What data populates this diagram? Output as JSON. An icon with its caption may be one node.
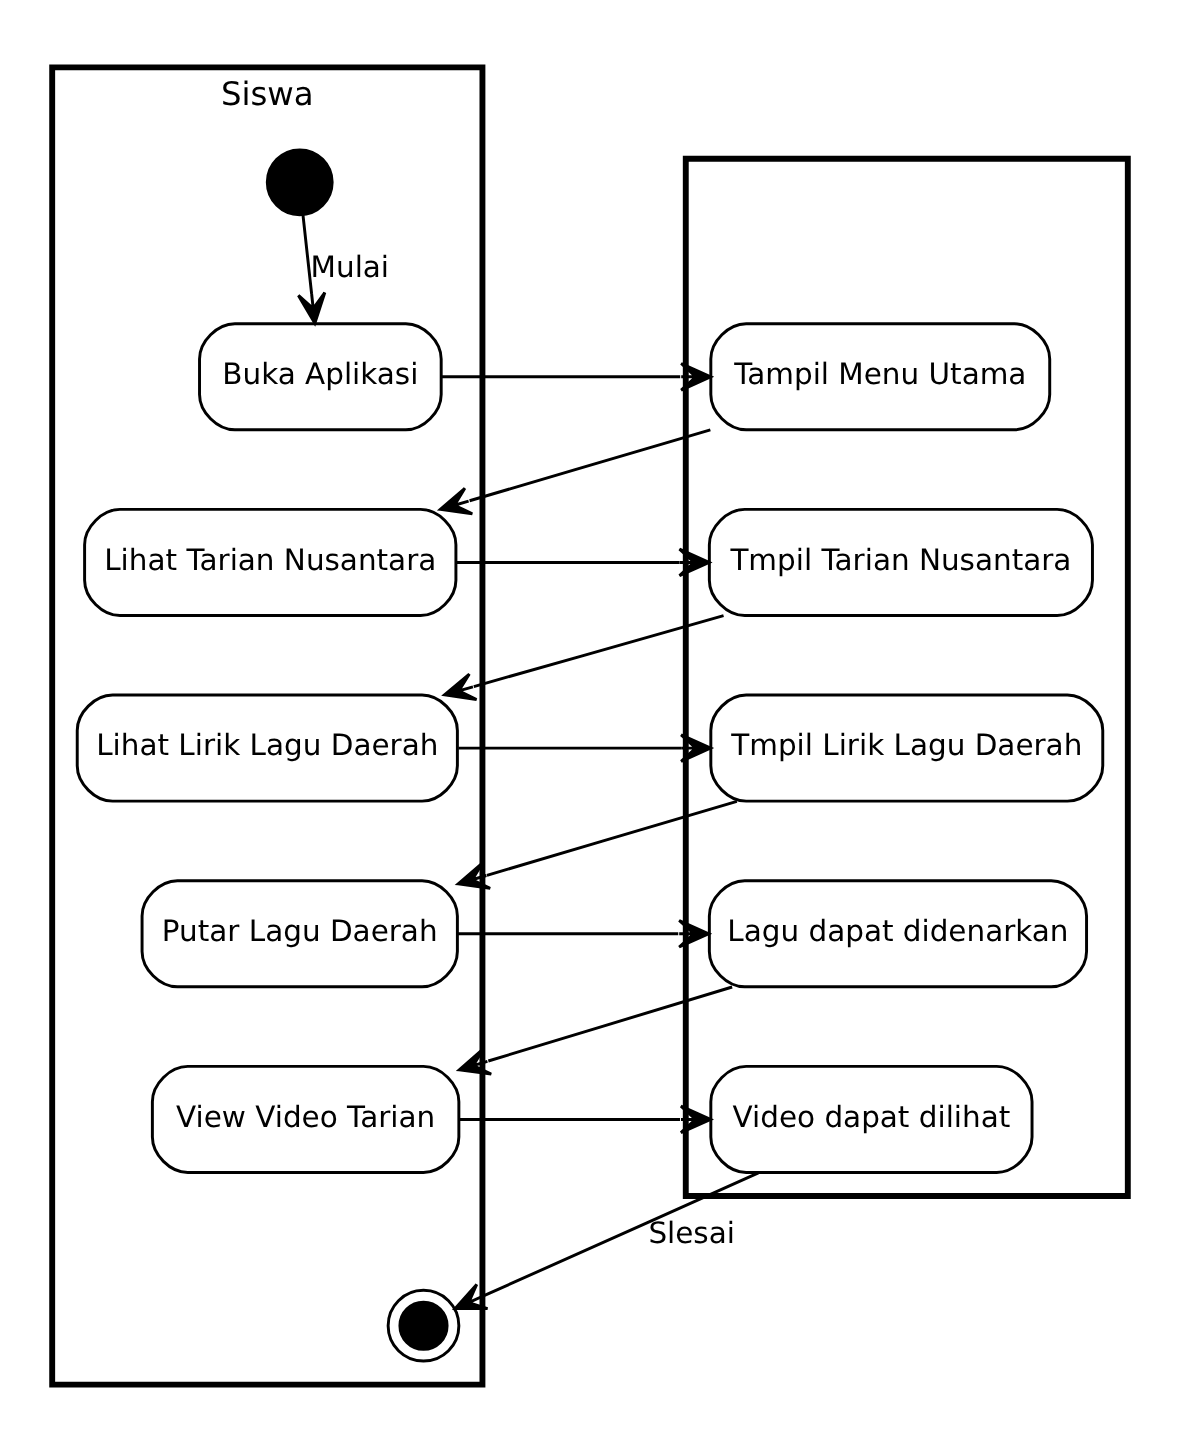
{
  "diagram": {
    "nodes": [
      {
        "text": [
          "Siswa"
        ]
      },
      {
        "text": [],
        "shape": "box"
      },
      {
        "text": [],
        "shape": "circle",
        "in": 0
      },
      {
        "text": [
          "Buka Aplikasi"
        ],
        "in": 0
      },
      {
        "text": [
          "Tampil Menu Utama"
        ],
        "in": 1
      },
      {
        "text": [
          "Lihat Tarian Nusantara"
        ],
        "in": 0
      },
      {
        "text": [
          "Tmpil Tarian Nusantara"
        ],
        "in": 1
      },
      {
        "text": [
          "Lihat Lirik Lagu Daerah"
        ],
        "in": 0
      },
      {
        "text": [
          "Tmpil Lirik Lagu Daerah"
        ],
        "in": 1
      },
      {
        "text": [
          "Putar Lagu Daerah"
        ],
        "in": 0
      },
      {
        "text": [
          "Lagu dapat didenarkan"
        ],
        "in": 1
      },
      {
        "text": [
          "View Video Tarian"
        ],
        "in": 0
      },
      {
        "text": [
          "Video dapat dilihat"
        ],
        "in": 1
      },
      {
        "text": [],
        "shape": "circle",
        "in": 0
      }
    ],
    "edges": [
      {
        "from": 2,
        "to": 3,
        "arrow": "to",
        "label": "Mulai"
      },
      {
        "from": 3,
        "to": 4,
        "arrow": "to"
      },
      {
        "from": 4,
        "to": 5,
        "arrow": "to"
      },
      {
        "from": 5,
        "to": 6,
        "arrow": "to"
      },
      {
        "from": 6,
        "to": 7,
        "arrow": "to"
      },
      {
        "from": 7,
        "to": 8,
        "arrow": "to"
      },
      {
        "from": 8,
        "to": 9,
        "arrow": "to"
      },
      {
        "from": 9,
        "to": 10,
        "arrow": "to"
      },
      {
        "from": 10,
        "to": 11,
        "arrow": "to"
      },
      {
        "from": 11,
        "to": 12,
        "arrow": "to"
      },
      {
        "from": 12,
        "to": 13,
        "arrow": "to",
        "label": "Slesai"
      }
    ]
  }
}
